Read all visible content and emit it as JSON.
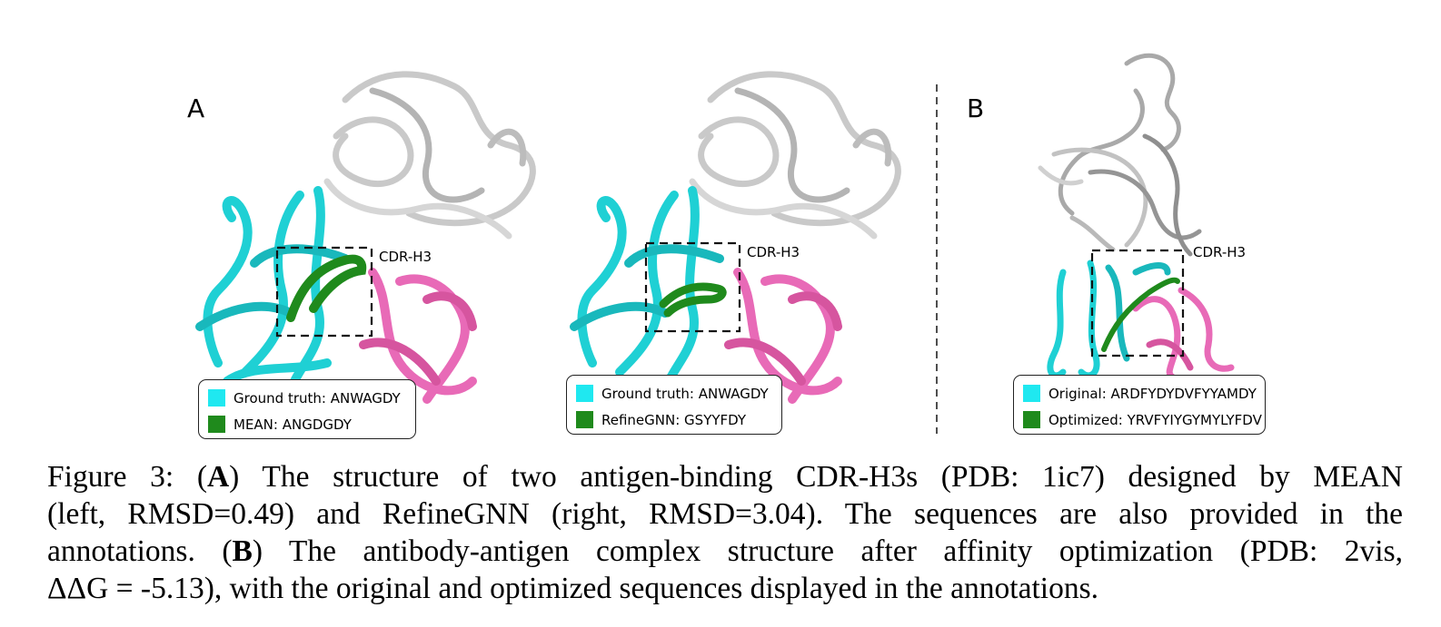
{
  "figure": {
    "panel_a_letter": "A",
    "panel_b_letter": "B",
    "cdr_label": "CDR-H3",
    "colors": {
      "antibody_heavy": "#1fd0d4",
      "antibody_light": "#e86ab7",
      "antigen": "#c9c9c9",
      "designed": "#1f8a1c",
      "box": "#111111"
    },
    "legends": {
      "mean": {
        "row1_label": "Ground truth: ANWAGDY",
        "row1_color": "#1fe8f0",
        "row2_label": "MEAN: ANGDGDY",
        "row2_color": "#1f8a1c"
      },
      "refinegnn": {
        "row1_label": "Ground truth: ANWAGDY",
        "row1_color": "#1fe8f0",
        "row2_label": "RefineGNN: GSYYFDY",
        "row2_color": "#1f8a1c"
      },
      "optimized": {
        "row1_label": "Original: ARDFYDYDVFYYAMDY",
        "row1_color": "#1fe8f0",
        "row2_label": "Optimized: YRVFYIYGYMYLYFDV",
        "row2_color": "#1f8a1c"
      }
    }
  },
  "caption": {
    "figure_label": "Figure 3:",
    "open_paren_a": "(",
    "a_letter": "A",
    "a_text_line1": ") The structure of two antigen-binding CDR-H3s (PDB: 1ic7) designed by MEAN",
    "line2": "(left, RMSD=0.49) and RefineGNN (right, RMSD=3.04).  The sequences are also provided in the",
    "line3_start": "annotations.  (",
    "b_letter": "B",
    "line3_end": ") The antibody-antigen complex structure after affinity optimization (PDB: 2vis,",
    "line4": "ΔΔG = -5.13), with the original and optimized sequences displayed in the annotations."
  }
}
